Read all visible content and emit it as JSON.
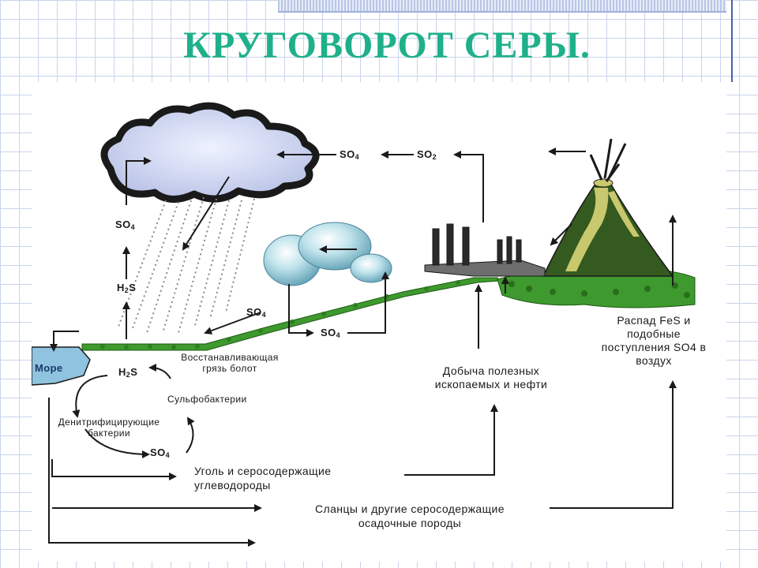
{
  "title": "КРУГОВОРОТ СЕРЫ.",
  "diagram": {
    "compounds": {
      "so4_top": {
        "main": "SO",
        "sub": "4"
      },
      "so2_top": {
        "main": "SO",
        "sub": "2"
      },
      "so4_left": {
        "main": "SO",
        "sub": "4"
      },
      "h2s_upper": {
        "main": "H",
        "sub": "2",
        "tail": "S"
      },
      "so4_mid": {
        "main": "SO",
        "sub": "4"
      },
      "so4_lake": {
        "main": "SO",
        "sub": "4"
      },
      "h2s_lower": {
        "main": "H",
        "sub": "2",
        "tail": "S"
      },
      "so4_bottom": {
        "main": "SO",
        "sub": "4"
      }
    },
    "labels": {
      "sea": "Море",
      "swamp_line1": "Восстанавливающая",
      "swamp_line2": "грязь болот",
      "sulfobacteria": "Сульфобактерии",
      "denitrifying_line1": "Денитрифицирующие",
      "denitrifying_line2": "бактерии",
      "mining_line1": "Добыча полезных",
      "mining_line2": "ископаемых и нефти",
      "fes_line1": "Распад FeS и",
      "fes_line2": "подобные",
      "fes_line3": "поступления SO4 в",
      "fes_line4": "воздух",
      "coal_line1": "Уголь и серосодержащие",
      "coal_line2": "углеводороды",
      "shale_line1": "Сланцы и другие серосодержащие",
      "shale_line2": "осадочные породы"
    },
    "colors": {
      "title": "#1fb08a",
      "grass": "#3e9a2e",
      "volcano": "#355a1f",
      "lava_streak": "#c8c86e",
      "sea": "#8fc3df",
      "arrow": "#1a1a1a"
    }
  }
}
